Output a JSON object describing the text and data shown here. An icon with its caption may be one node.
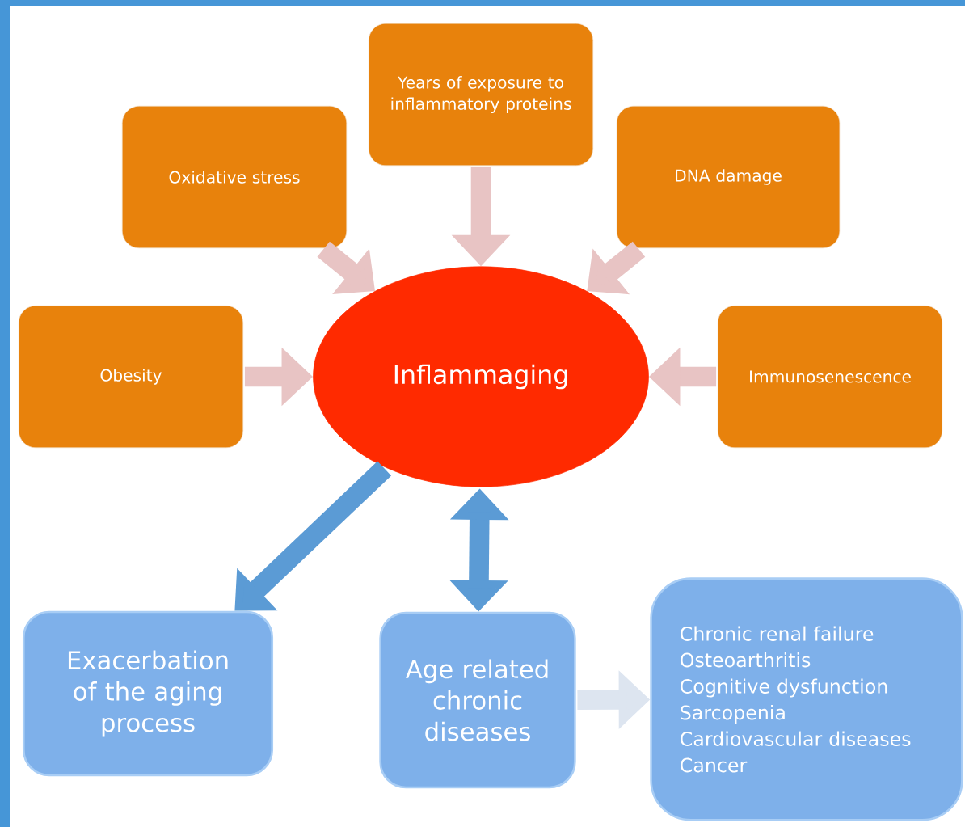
{
  "diagram": {
    "nodes": [
      {
        "text": [
          "Years of exposure to inflammatory proteins"
        ]
      },
      {
        "text": [
          "Oxidative stress"
        ]
      },
      {
        "text": [
          "DNA damage"
        ]
      },
      {
        "text": [
          "Obesity"
        ]
      },
      {
        "text": [
          "Inflammaging"
        ]
      },
      {
        "text": [
          "Immunosenescence"
        ]
      },
      {
        "text": [
          "Exacerbation of the aging process"
        ]
      },
      {
        "text": [
          "Age related chronic diseases"
        ]
      },
      {
        "text": [
          "Chronic renal failure",
          "Osteoarthritis",
          "Cognitive dysfunction",
          "Sarcopenia",
          "Cardiovascular diseases",
          "Cancer"
        ]
      }
    ],
    "edges": [
      {
        "from": 0,
        "to": 4,
        "arrow": "to"
      },
      {
        "from": 1,
        "to": 4,
        "arrow": "to"
      },
      {
        "from": 2,
        "to": 4,
        "arrow": "to"
      },
      {
        "from": 3,
        "to": 4,
        "arrow": "to"
      },
      {
        "from": 5,
        "to": 4,
        "arrow": "to"
      },
      {
        "from": 4,
        "to": 6,
        "arrow": "to",
        "color": "#5b9bd5"
      },
      {
        "from": 4,
        "to": 7,
        "arrow": "both",
        "color": "#5b9bd5"
      },
      {
        "from": 7,
        "to": 8,
        "arrow": "to",
        "color": "#dde5f0"
      }
    ]
  }
}
